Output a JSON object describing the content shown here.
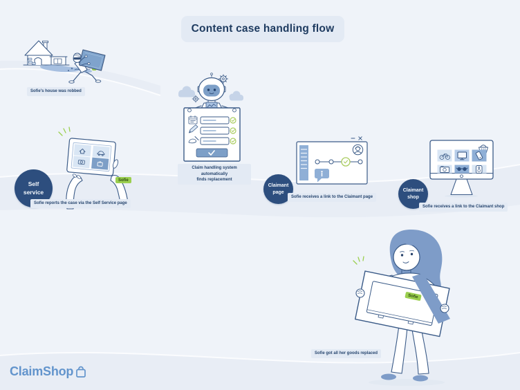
{
  "title": "Content case handling flow",
  "logo": {
    "name": "ClaimShop",
    "icon": "shopping-bag-icon"
  },
  "flow_steps": [
    {
      "id": "robbery",
      "caption": "Sofie's house was robbed"
    },
    {
      "id": "self-service",
      "badge": {
        "line1": "Self",
        "line2": "service"
      },
      "tag": "Sofie",
      "caption": "Sofie reports the case via the Self Service page",
      "tablet_tile_icons": [
        "house-icon",
        "car-icon",
        "camera-icon",
        "bag-icon"
      ]
    },
    {
      "id": "claim-handling",
      "caption_line1": "Claim handling system automatically",
      "caption_line2": "finds replacement",
      "checklist_icons": [
        "calendar-icon",
        "pencil-icon",
        "writing-hand-icon"
      ]
    },
    {
      "id": "claimant-page",
      "badge": {
        "line1": "Claimant",
        "line2": "page"
      },
      "caption": "Sofie receives a link to the Claimant page"
    },
    {
      "id": "claimant-shop",
      "badge": {
        "line1": "Claimant",
        "line2": "shop"
      },
      "caption": "Sofie receives a link to the Claimant shop",
      "shop_tile_icons": [
        "bicycle-icon",
        "tv-icon",
        "phone-icon",
        "camera-icon",
        "glasses-icon",
        "speaker-icon"
      ]
    },
    {
      "id": "replacement-delivered",
      "tag": "Sofie",
      "caption": "Sofie got all her goods replaced"
    }
  ],
  "colors": {
    "background": "#eff3f9",
    "wave_band": "#e8edf5",
    "outline_ink": "#3a5a87",
    "badge_navy": "#2d4e7e",
    "accent_green": "#9bcf4f",
    "caption_bg": "#e3eaf4",
    "title_text": "#1d3a5f",
    "logo_blue": "#6294cc",
    "fill_blue": "#7d9fc7",
    "fill_light_tile": "#d9e6f4",
    "fill_medium_tile": "#b7cde9",
    "fill_dark_tile": "#8fafd6",
    "hair_sash_blue": "#7e9cc8"
  }
}
